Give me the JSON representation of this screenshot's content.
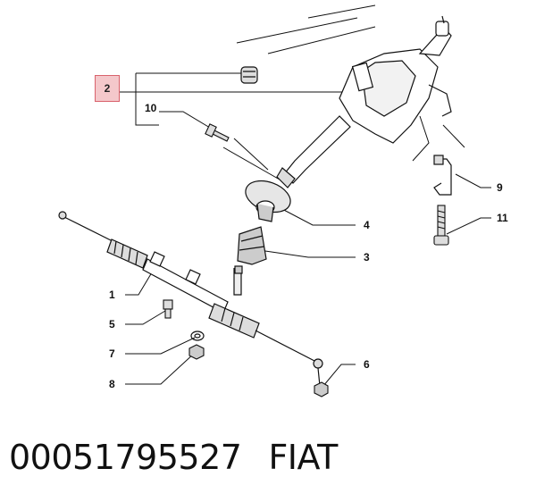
{
  "callouts": {
    "c1": "1",
    "c2": "2",
    "c3": "3",
    "c4": "4",
    "c5": "5",
    "c6": "6",
    "c7": "7",
    "c8": "8",
    "c9": "9",
    "c10": "10",
    "c11": "11"
  },
  "highlighted_part": "2",
  "footer": {
    "part_number": "00051795527",
    "brand": "FIAT"
  },
  "colors": {
    "highlight_fill": "#f4c8cb",
    "highlight_border": "#d9626c",
    "line": "#111111"
  }
}
